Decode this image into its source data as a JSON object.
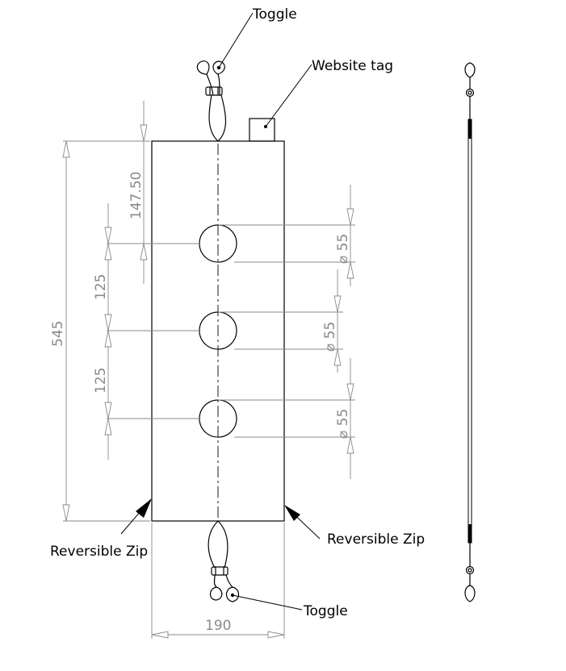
{
  "callouts": {
    "toggle_top": "Toggle",
    "website_tag": "Website tag",
    "reversible_zip_left": "Reversible Zip",
    "reversible_zip_right": "Reversible Zip",
    "toggle_bottom": "Toggle"
  },
  "dimensions": {
    "overall_height": "545",
    "top_offset": "147.50",
    "spacing_1": "125",
    "spacing_2": "125",
    "hole_dia_1": "⌀ 55",
    "hole_dia_2": "⌀ 55",
    "hole_dia_3": "⌀ 55",
    "width": "190"
  },
  "colors": {
    "outline": "#000000",
    "dimension": "#8a8a8a"
  }
}
